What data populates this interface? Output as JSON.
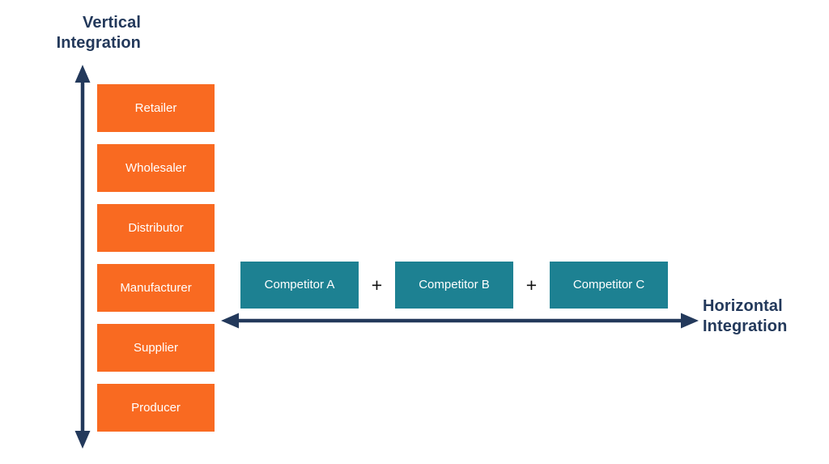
{
  "diagram": {
    "type": "integration-strategy-axes",
    "background_color": "#FFFFFF",
    "axes": {
      "vertical": {
        "label": "Vertical\nIntegration",
        "label_color": "#23395B",
        "line_color": "#23395B",
        "arrowheads": "both",
        "orientation": "vertical"
      },
      "horizontal": {
        "label": "Horizontal\nIntegration",
        "label_color": "#23395B",
        "line_color": "#23395B",
        "arrowheads": "both",
        "orientation": "horizontal"
      }
    },
    "vertical_chain": {
      "box_color": "#F96A21",
      "text_color": "#FFFFFF",
      "items": [
        {
          "label": "Retailer"
        },
        {
          "label": "Wholesaler"
        },
        {
          "label": "Distributor"
        },
        {
          "label": "Manufacturer"
        },
        {
          "label": "Supplier"
        },
        {
          "label": "Producer"
        }
      ]
    },
    "horizontal_competitors": {
      "box_color": "#1D8192",
      "text_color": "#FFFFFF",
      "separator": "+",
      "separator_color": "#111111",
      "items": [
        {
          "label": "Competitor A"
        },
        {
          "label": "Competitor B"
        },
        {
          "label": "Competitor C"
        }
      ]
    }
  }
}
